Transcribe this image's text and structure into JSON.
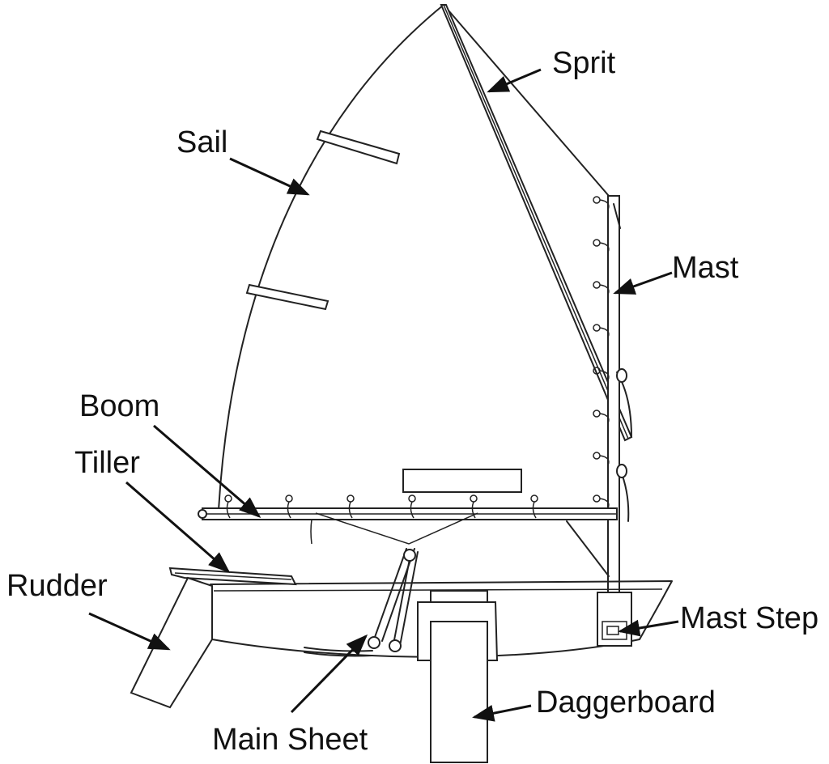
{
  "diagram": {
    "labels": {
      "sprit": "Sprit",
      "sail": "Sail",
      "mast": "Mast",
      "boom": "Boom",
      "tiller": "Tiller",
      "rudder": "Rudder",
      "mast_step": "Mast Step",
      "daggerboard": "Daggerboard",
      "main_sheet": "Main Sheet"
    }
  }
}
